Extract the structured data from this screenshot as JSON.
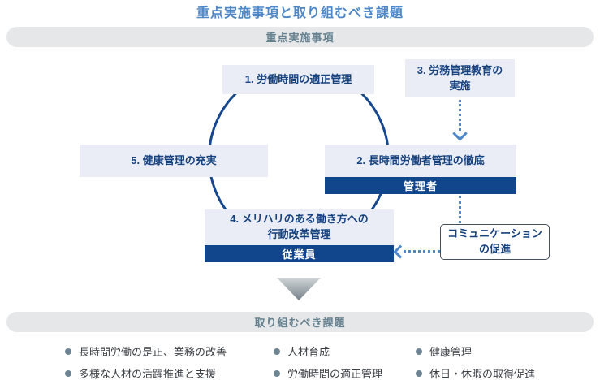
{
  "title": "重点実施事項と取り組むべき課題",
  "bands": {
    "top": "重点実施事項",
    "bottom": "取り組むべき課題"
  },
  "cycle": {
    "node1": "1. 労働時間の適正管理",
    "node2": "2. 長時間労働者管理の徹底",
    "node2_badge": "管理者",
    "node4_line1": "4. メリハリのある働き方への",
    "node4_line2": "行動改革管理",
    "node4_badge": "従業員",
    "node5": "5. 健康管理の充実"
  },
  "side": {
    "node3_line1": "3. 労務管理教育の",
    "node3_line2": "実施",
    "comm_line1": "コミュニケーション",
    "comm_line2": "の促進"
  },
  "tasks": {
    "columns": [
      [
        "長時間労働の是正、業務の改善",
        "多様な人材の活躍推進と支援"
      ],
      [
        "人材育成",
        "労働時間の適正管理"
      ],
      [
        "健康管理",
        "休日・休暇の取得促進"
      ]
    ]
  },
  "colors": {
    "accent_blue": "#4d87c7",
    "navy_badge": "#11458c",
    "node_bg": "#eaedf6",
    "node_text": "#16427f",
    "band_bg": "#e5e7e9",
    "band_text": "#65808e",
    "circle_stroke": "#17478f",
    "bullet_dot": "#6d8493",
    "task_text": "#3c4146"
  }
}
